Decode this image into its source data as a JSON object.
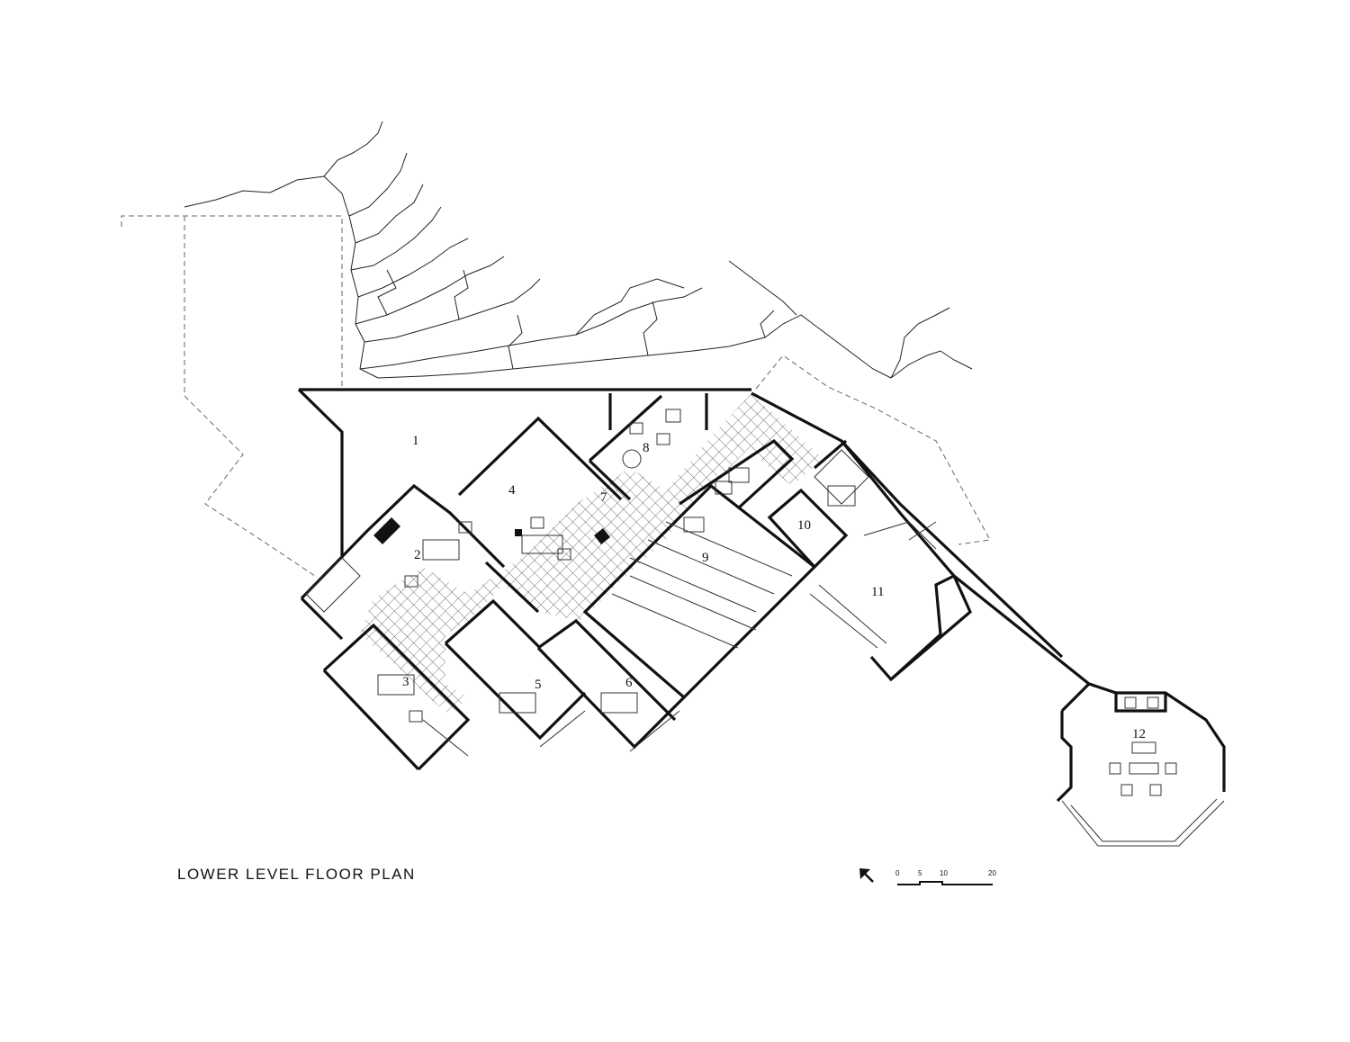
{
  "plan": {
    "title": "LOWER LEVEL FLOOR PLAN",
    "rooms": [
      "1",
      "2",
      "3",
      "4",
      "5",
      "6",
      "7",
      "8",
      "9",
      "10",
      "11",
      "12"
    ],
    "scale": {
      "ticks": [
        "0",
        "5",
        "10",
        "20"
      ]
    },
    "colors": {
      "ink": "#111111",
      "paper": "#ffffff"
    },
    "north_arrow_icon": "north-arrow-icon"
  }
}
